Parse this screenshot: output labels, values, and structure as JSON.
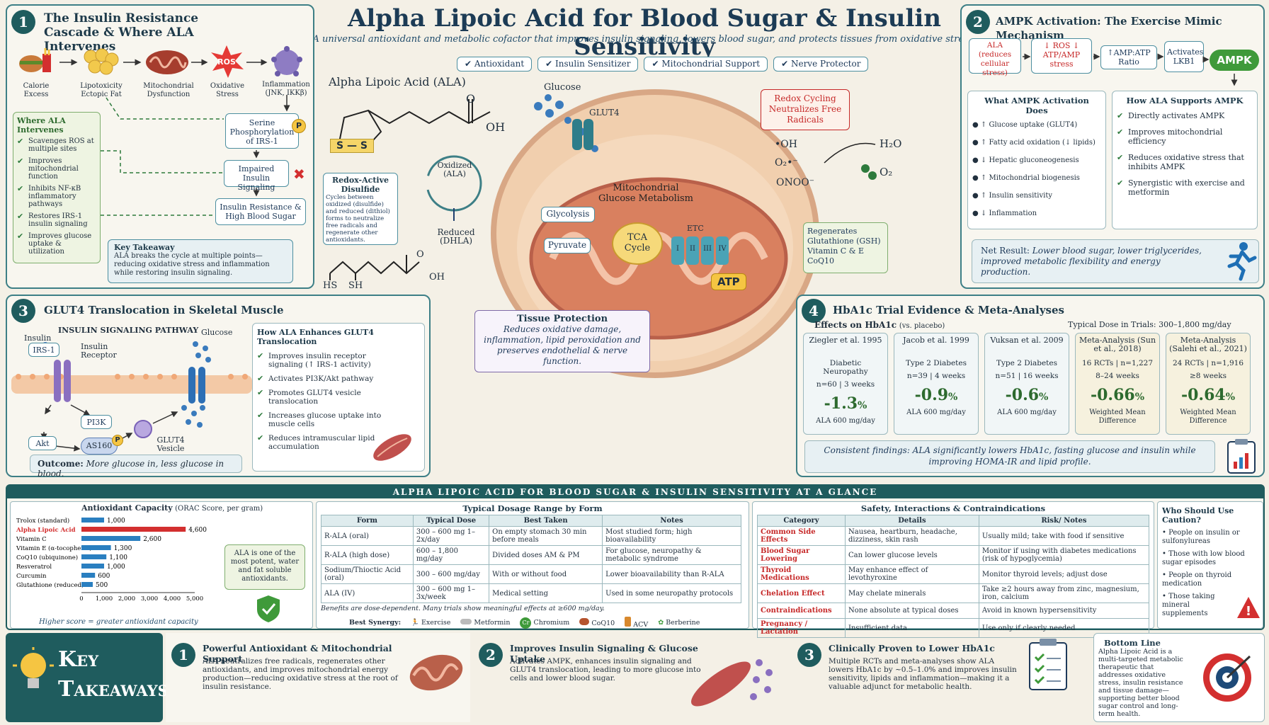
{
  "header": {
    "title": "Alpha Lipoic Acid for Blood Sugar & Insulin Sensitivity",
    "subtitle": "A universal antioxidant and metabolic cofactor that improves insulin signaling, lowers blood sugar, and protects tissues from oxidative stress.",
    "tags": [
      "Antioxidant",
      "Insulin Sensitizer",
      "Mitochondrial Support",
      "Nerve Protector"
    ]
  },
  "s1": {
    "num": "1",
    "title": "The Insulin Resistance Cascade & Where ALA Intervenes",
    "cascade": [
      "Calorie Excess",
      "Lipotoxicity Ectopic Fat",
      "Mitochondrial Dysfunction",
      "Oxidative Stress",
      "Inflammation (JNK, IKKβ)"
    ],
    "ros": "ROS",
    "where_title": "Where ALA Intervenes",
    "where_items": [
      "Scavenges ROS at multiple sites",
      "Improves mitochondrial function",
      "Inhibits NF-κB inflammatory pathways",
      "Restores IRS-1 insulin signaling",
      "Improves glucose uptake & utilization"
    ],
    "steps": [
      "Serine Phosphorylation of IRS-1",
      "Impaired Insulin Signaling",
      "Insulin Resistance & High Blood Sugar"
    ],
    "p": "P",
    "key_title": "Key Takeaway",
    "key_text": "ALA breaks the cycle at multiple points—reducing oxidative stress and inflammation while restoring insulin signaling."
  },
  "center": {
    "ala_title": "Alpha Lipoic Acid (ALA)",
    "ss": "S — S",
    "o": "O",
    "oh": "OH",
    "hs": "HS",
    "sh": "SH",
    "redox_title": "Redox-Active Disulfide",
    "redox_text": "Cycles between oxidized (disulfide) and reduced (dithiol) forms to neutralize free radicals and regenerate other antioxidants.",
    "oxidized": "Oxidized (ALA)",
    "reduced": "Reduced (DHLA)",
    "glucose": "Glucose",
    "glut4": "GLUT4",
    "mito": "Mitochondrial Glucose Metabolism",
    "glycolysis": "Glycolysis",
    "pyruvate": "Pyruvate",
    "tca": "TCA Cycle",
    "etc": "ETC",
    "complexes": [
      "I",
      "II",
      "III",
      "IV"
    ],
    "atp": "ATP",
    "redox_cycling": "Redox Cycling Neutralizes Free Radicals",
    "radicals": [
      "•OH",
      "O₂•⁻",
      "ONOO⁻"
    ],
    "h2o": "H₂O",
    "o2": "O₂",
    "regen_title": "Regenerates Glutathione (GSH)",
    "regen_items": [
      "Vitamin C & E",
      "CoQ10"
    ],
    "tissue_title": "Tissue Protection",
    "tissue_text": "Reduces oxidative damage, inflammation, lipid peroxidation and preserves endothelial & nerve function."
  },
  "s2": {
    "num": "2",
    "title": "AMPK Activation: The Exercise Mimic Mechanism",
    "flow": [
      "ALA (reduces cellular stress)",
      "↓ ROS ↓ ATP/AMP stress",
      "↑AMP:ATP Ratio",
      "Activates LKB1"
    ],
    "ampk": "AMPK",
    "what_title": "What AMPK Activation Does",
    "what_items": [
      "↑ Glucose uptake (GLUT4)",
      "↑ Fatty acid oxidation (↓ lipids)",
      "↓ Hepatic gluconeogenesis",
      "↑ Mitochondrial biogenesis",
      "↑ Insulin sensitivity",
      "↓ Inflammation"
    ],
    "how_title": "How ALA Supports AMPK",
    "how_items": [
      "Directly activates AMPK",
      "Improves mitochondrial efficiency",
      "Reduces oxidative stress that inhibits AMPK",
      "Synergistic with exercise and metformin"
    ],
    "net_label": "Net Result:",
    "net_text": "Lower blood sugar, lower triglycerides, improved metabolic flexibility and energy production."
  },
  "s3": {
    "num": "3",
    "title": "GLUT4 Translocation in Skeletal Muscle",
    "pathway": "INSULIN SIGNALING PATHWAY",
    "insulin": "Insulin",
    "receptor": "Insulin Receptor",
    "glucose": "Glucose",
    "nodes": [
      "IRS-1",
      "PI3K",
      "Akt",
      "AS160"
    ],
    "p": "P",
    "vesicle": "GLUT4 Vesicle",
    "how_title": "How ALA Enhances GLUT4 Translocation",
    "how_items": [
      "Improves insulin receptor signaling (↑ IRS-1 activity)",
      "Activates PI3K/Akt pathway",
      "Promotes GLUT4 vesicle translocation",
      "Increases glucose uptake into muscle cells",
      "Reduces intramuscular lipid accumulation"
    ],
    "outcome_label": "Outcome:",
    "outcome_text": "More glucose in, less glucose in blood."
  },
  "s4": {
    "num": "4",
    "title": "HbA1c Trial Evidence & Meta-Analyses",
    "effects": "Effects on HbA1c",
    "vs": "(vs. placebo)",
    "dose_note": "Typical Dose in Trials: 300–1,800 mg/day",
    "studies": [
      {
        "name": "Ziegler et al. 1995",
        "pop": "Diabetic Neuropathy",
        "n": "n=60 | 3 weeks",
        "effect": "-1.3",
        "unit": "%",
        "foot": "ALA 600 mg/day"
      },
      {
        "name": "Jacob et al. 1999",
        "pop": "Type 2 Diabetes",
        "n": "n=39 | 4 weeks",
        "effect": "-0.9",
        "unit": "%",
        "foot": "ALA 600 mg/day"
      },
      {
        "name": "Vuksan et al. 2009",
        "pop": "Type 2 Diabetes",
        "n": "n=51 | 16 weeks",
        "effect": "-0.6",
        "unit": "%",
        "foot": "ALA 600 mg/day"
      },
      {
        "name": "Meta-Analysis (Sun et al., 2018)",
        "pop": "16 RCTs | n=1,227",
        "n": "8–24 weeks",
        "effect": "-0.66",
        "unit": "%",
        "foot": "Weighted Mean Difference"
      },
      {
        "name": "Meta-Analysis (Salehi et al., 2021)",
        "pop": "24 RCTs | n=1,916",
        "n": "≥8 weeks",
        "effect": "-0.64",
        "unit": "%",
        "foot": "Weighted Mean Difference"
      }
    ],
    "consistent": "Consistent findings: ALA significantly lowers HbA1c, fasting glucose and insulin while improving HOMA-IR and lipid profile."
  },
  "glance": {
    "banner": "ALPHA LIPOIC ACID FOR BLOOD SUGAR & INSULIN SENSITIVITY AT A GLANCE",
    "orac_title": "Antioxidant Capacity",
    "orac_sub": "(ORAC Score, per gram)",
    "orac_note": "Higher score = greater antioxidant capacity",
    "orac_callout": "ALA is one of the most potent, water and fat soluble antioxidants.",
    "dosage_title": "Typical Dosage Range by Form",
    "dosage_headers": [
      "Form",
      "Typical Dose",
      "Best Taken",
      "Notes"
    ],
    "dosage_rows": [
      [
        "R-ALA (oral)",
        "300 – 600 mg 1–2x/day",
        "On empty stomach 30 min before meals",
        "Most studied form; high bioavailability"
      ],
      [
        "R-ALA (high dose)",
        "600 – 1,800 mg/day",
        "Divided doses AM & PM",
        "For glucose, neuropathy & metabolic syndrome"
      ],
      [
        "Sodium/Thioctic Acid (oral)",
        "300 – 600 mg/day",
        "With or without food",
        "Lower bioavailability than R-ALA"
      ],
      [
        "ALA (IV)",
        "300 – 600 mg 1–3x/week",
        "Medical setting",
        "Used in some neuropathy protocols"
      ]
    ],
    "dosage_note": "Benefits are dose-dependent. Many trials show meaningful effects at ≥600 mg/day.",
    "synergy_label": "Best Synergy:",
    "synergy": [
      "Exercise",
      "Metformin",
      "Chromium",
      "CoQ10",
      "ACV",
      "Berberine"
    ],
    "cr": "Cr",
    "safety_title": "Safety, Interactions & Contraindications",
    "safety_headers": [
      "Category",
      "Details",
      "Risk/ Notes"
    ],
    "safety_rows": [
      [
        "Common Side Effects",
        "Nausea, heartburn, headache, dizziness, skin rash",
        "Usually mild; take with food if sensitive"
      ],
      [
        "Blood Sugar Lowering",
        "Can lower glucose levels",
        "Monitor if using with diabetes medications (risk of hypoglycemia)"
      ],
      [
        "Thyroid Medications",
        "May enhance effect of levothyroxine",
        "Monitor thyroid levels; adjust dose"
      ],
      [
        "Chelation Effect",
        "May chelate minerals",
        "Take ≥2 hours away from zinc, magnesium, iron, calcium"
      ],
      [
        "Contraindications",
        "None absolute at typical doses",
        "Avoid in known hypersensitivity"
      ],
      [
        "Pregnancy / Lactation",
        "Insufficient data",
        "Use only if clearly needed"
      ]
    ],
    "caution_title": "Who Should Use Caution?",
    "caution_items": [
      "People on insulin or sulfonylureas",
      "Those with low blood sugar episodes",
      "People on thyroid medication",
      "Those taking mineral supplements"
    ]
  },
  "chart_data": {
    "type": "bar",
    "title": "Antioxidant Capacity",
    "categories": [
      "Trolox (standard)",
      "Alpha Lipoic Acid",
      "Vitamin C",
      "Vitamin E (α-tocopherol)",
      "CoQ10 (ubiquinone)",
      "Resveratrol",
      "Curcumin",
      "Glutathione (reduced)"
    ],
    "values": [
      1000,
      4600,
      2600,
      1300,
      1100,
      1000,
      600,
      500
    ],
    "value_labels": [
      "1,000",
      "4,600",
      "2,600",
      "1,300",
      "1,100",
      "1,000",
      "600",
      "500"
    ],
    "xlim": [
      0,
      5000
    ],
    "ticks": [
      "0",
      "1,000",
      "2,000",
      "3,000",
      "4,000",
      "5,000"
    ],
    "orientation": "horizontal",
    "highlight": "Alpha Lipoic Acid",
    "colors": {
      "bar": "#2a7fc0",
      "highlight": "#d32f2f"
    }
  },
  "takeaways": {
    "title_line1": "Key",
    "title_line2": "Takeaways",
    "items": [
      {
        "num": "1",
        "title": "Powerful Antioxidant & Mitochondrial Support",
        "text": "ALA neutralizes free radicals, regenerates other antioxidants, and improves mitochondrial energy production—reducing oxidative stress at the root of insulin resistance."
      },
      {
        "num": "2",
        "title": "Improves Insulin Signaling & Glucose Uptake",
        "text": "Activates AMPK, enhances insulin signaling and GLUT4 translocation, leading to more glucose into cells and lower blood sugar."
      },
      {
        "num": "3",
        "title": "Clinically Proven to Lower HbA1c",
        "text": "Multiple RCTs and meta-analyses show ALA lowers HbA1c by ~0.5–1.0% and improves insulin sensitivity, lipids and inflammation—making it a valuable adjunct for metabolic health."
      }
    ],
    "bottom_title": "Bottom Line",
    "bottom_text": "Alpha Lipoic Acid is a multi-targeted metabolic therapeutic that addresses oxidative stress, insulin resistance and tissue damage—supporting better blood sugar control and long-term health."
  },
  "colors": {
    "teal": "#1f5c5e",
    "red": "#c62828",
    "blue": "#2a7fc0",
    "bg": "#f4f0e6"
  }
}
